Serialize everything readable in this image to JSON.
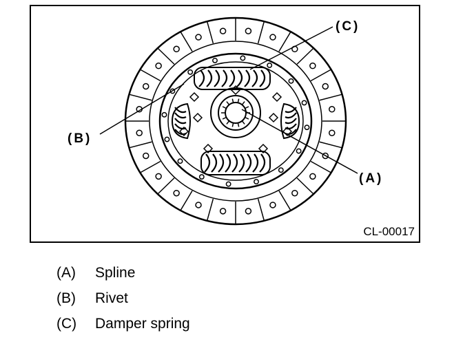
{
  "figure": {
    "id_label": "CL-00017",
    "callouts": {
      "a": "(A)",
      "b": "(B)",
      "c": "(C)"
    }
  },
  "legend": [
    {
      "key": "(A)",
      "text": "Spline"
    },
    {
      "key": "(B)",
      "text": "Rivet"
    },
    {
      "key": "(C)",
      "text": "Damper spring"
    }
  ]
}
